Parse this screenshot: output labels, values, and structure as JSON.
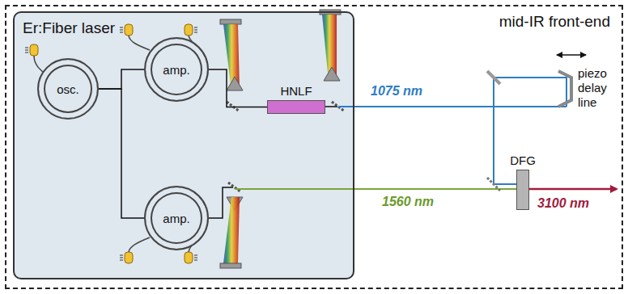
{
  "diagram": {
    "nodes": [
      {
        "text": [
          "mid-IR front-end"
        ]
      },
      {
        "text": [
          "Er:Fiber laser"
        ],
        "in": 0
      },
      {
        "text": [
          "osc."
        ],
        "in": 1
      },
      {
        "text": [
          "amp."
        ],
        "in": 1
      },
      {
        "text": [
          "HNLF"
        ],
        "in": 1
      },
      {
        "text": [
          "amp."
        ],
        "in": 1
      },
      {
        "text": [
          "DFG"
        ],
        "in": 0
      }
    ],
    "edges": [
      {
        "from": 2,
        "to": 3,
        "arrow": "none"
      },
      {
        "from": 2,
        "to": 5,
        "arrow": "none"
      },
      {
        "from": 3,
        "to": 4,
        "arrow": "none"
      }
    ],
    "labels": [
      "1075 nm",
      "piezo delay line",
      "1560 nm",
      "3100 nm"
    ]
  }
}
